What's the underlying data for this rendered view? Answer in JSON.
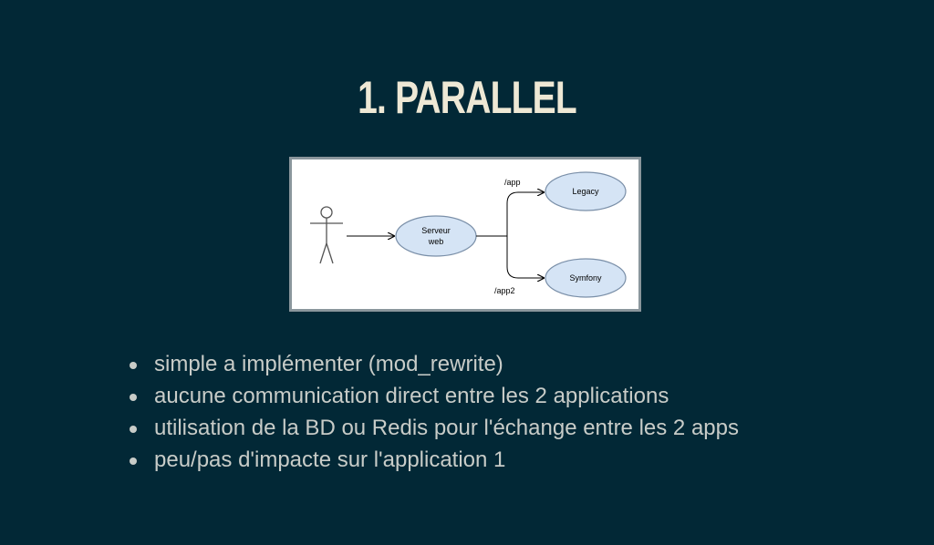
{
  "slide": {
    "title": "1. PARALLEL"
  },
  "diagram": {
    "nodes": {
      "server_line1": "Serveur",
      "server_line2": "web",
      "legacy": "Legacy",
      "symfony": "Symfony"
    },
    "edge_labels": {
      "to_legacy": "/app",
      "to_symfony": "/app2"
    },
    "colors": {
      "node_fill": "#d5e4f5",
      "node_stroke": "#7a8fa8",
      "arrow": "#000000",
      "actor": "#555555"
    }
  },
  "bullets": [
    "simple a implémenter (mod_rewrite)",
    "aucune communication direct entre les 2 applications",
    "utilisation de la BD ou Redis pour l'échange entre les 2 apps",
    "peu/pas d'impacte sur l'application 1"
  ],
  "colors": {
    "background": "#022836",
    "title": "#eee8d5",
    "text": "#c8ccc8"
  }
}
